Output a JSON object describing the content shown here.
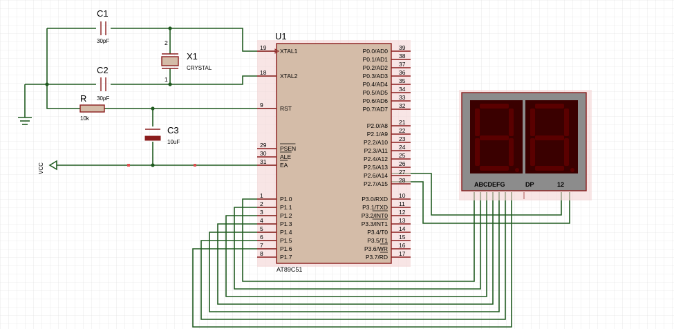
{
  "chip": {
    "ref": "U1",
    "part": "AT89C51",
    "left_pins": [
      {
        "num": "19",
        "name": "XTAL1"
      },
      {
        "num": "18",
        "name": "XTAL2"
      },
      {
        "num": "9",
        "name": "RST"
      },
      {
        "num": "29",
        "name": "PSEN"
      },
      {
        "num": "30",
        "name": "ALE"
      },
      {
        "num": "31",
        "name": "EA"
      },
      {
        "num": "1",
        "name": "P1.0"
      },
      {
        "num": "2",
        "name": "P1.1"
      },
      {
        "num": "3",
        "name": "P1.2"
      },
      {
        "num": "4",
        "name": "P1.3"
      },
      {
        "num": "5",
        "name": "P1.4"
      },
      {
        "num": "6",
        "name": "P1.5"
      },
      {
        "num": "7",
        "name": "P1.6"
      },
      {
        "num": "8",
        "name": "P1.7"
      }
    ],
    "right_pins": [
      {
        "num": "39",
        "name": "P0.0/AD0"
      },
      {
        "num": "38",
        "name": "P0.1/AD1"
      },
      {
        "num": "37",
        "name": "P0.2/AD2"
      },
      {
        "num": "36",
        "name": "P0.3/AD3"
      },
      {
        "num": "35",
        "name": "P0.4/AD4"
      },
      {
        "num": "34",
        "name": "P0.5/AD5"
      },
      {
        "num": "33",
        "name": "P0.6/AD6"
      },
      {
        "num": "32",
        "name": "P0.7/AD7"
      },
      {
        "num": "21",
        "name": "P2.0/A8"
      },
      {
        "num": "22",
        "name": "P2.1/A9"
      },
      {
        "num": "23",
        "name": "P2.2/A10"
      },
      {
        "num": "24",
        "name": "P2.3/A11"
      },
      {
        "num": "25",
        "name": "P2.4/A12"
      },
      {
        "num": "26",
        "name": "P2.5/A13"
      },
      {
        "num": "27",
        "name": "P2.6/A14"
      },
      {
        "num": "28",
        "name": "P2.7/A15"
      },
      {
        "num": "10",
        "name": "P3.0/RXD"
      },
      {
        "num": "11",
        "name": "P3.1/TXD"
      },
      {
        "num": "12",
        "name": "P3.2/INT0"
      },
      {
        "num": "13",
        "name": "P3.3/INT1"
      },
      {
        "num": "14",
        "name": "P3.4/T0"
      },
      {
        "num": "15",
        "name": "P3.5/T1"
      },
      {
        "num": "16",
        "name": "P3.6/WR"
      },
      {
        "num": "17",
        "name": "P3.7/RD"
      }
    ]
  },
  "components": {
    "c1": {
      "ref": "C1",
      "value": "30pF"
    },
    "c2": {
      "ref": "C2",
      "value": "30pF"
    },
    "c3": {
      "ref": "C3",
      "value": "10uF"
    },
    "r": {
      "ref": "R",
      "value": "10k"
    },
    "x1": {
      "ref": "X1",
      "value": "CRYSTAL",
      "pin_top": "2",
      "pin_bottom": "1"
    },
    "vcc": {
      "label": "VCC"
    }
  },
  "display": {
    "seg_labels": "ABCDEFG",
    "dp_label": "DP",
    "digit_labels": "12"
  },
  "colors": {
    "wire": "#1f5a1f",
    "chip_fill": "#d4bca8",
    "chip_border": "#8a1c1c",
    "display_bg": "#8c8c8c",
    "segment_off": "#5a0000"
  }
}
